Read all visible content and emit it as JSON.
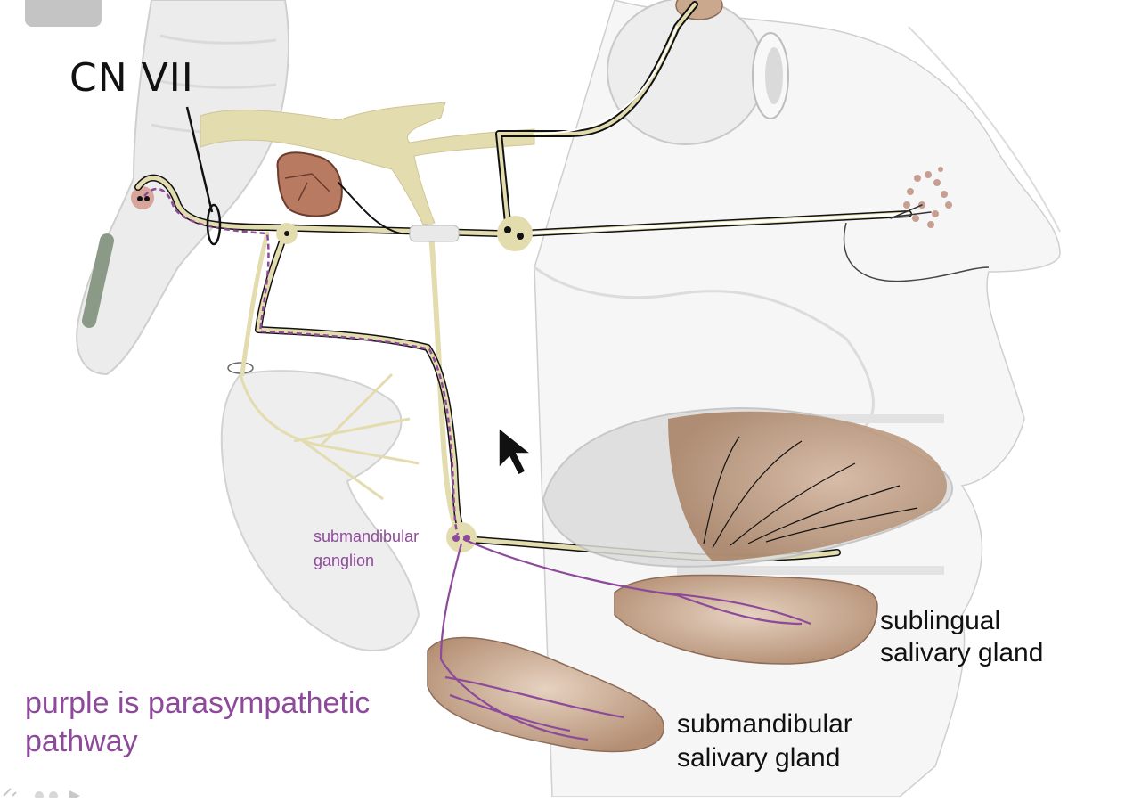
{
  "labels": {
    "cranial_nerve": "CN VII",
    "ganglion_line1": "submandibular",
    "ganglion_line2": "ganglion",
    "sublingual_line1": "sublingual",
    "sublingual_line2": "salivary gland",
    "submandibular_line1": "submandibular",
    "submandibular_line2": "salivary gland"
  },
  "legend": {
    "line1": "purple is parasympathetic",
    "line2": "pathway"
  },
  "colors": {
    "parasympathetic": "#8e4a9a",
    "nerve": "#e3dcae",
    "gland": "#c7a98f",
    "outline": "#b8b8b8",
    "text": "#111111"
  },
  "icons": {
    "cursor": "mouse-pointer-icon",
    "nav": "slide-nav-icon"
  }
}
